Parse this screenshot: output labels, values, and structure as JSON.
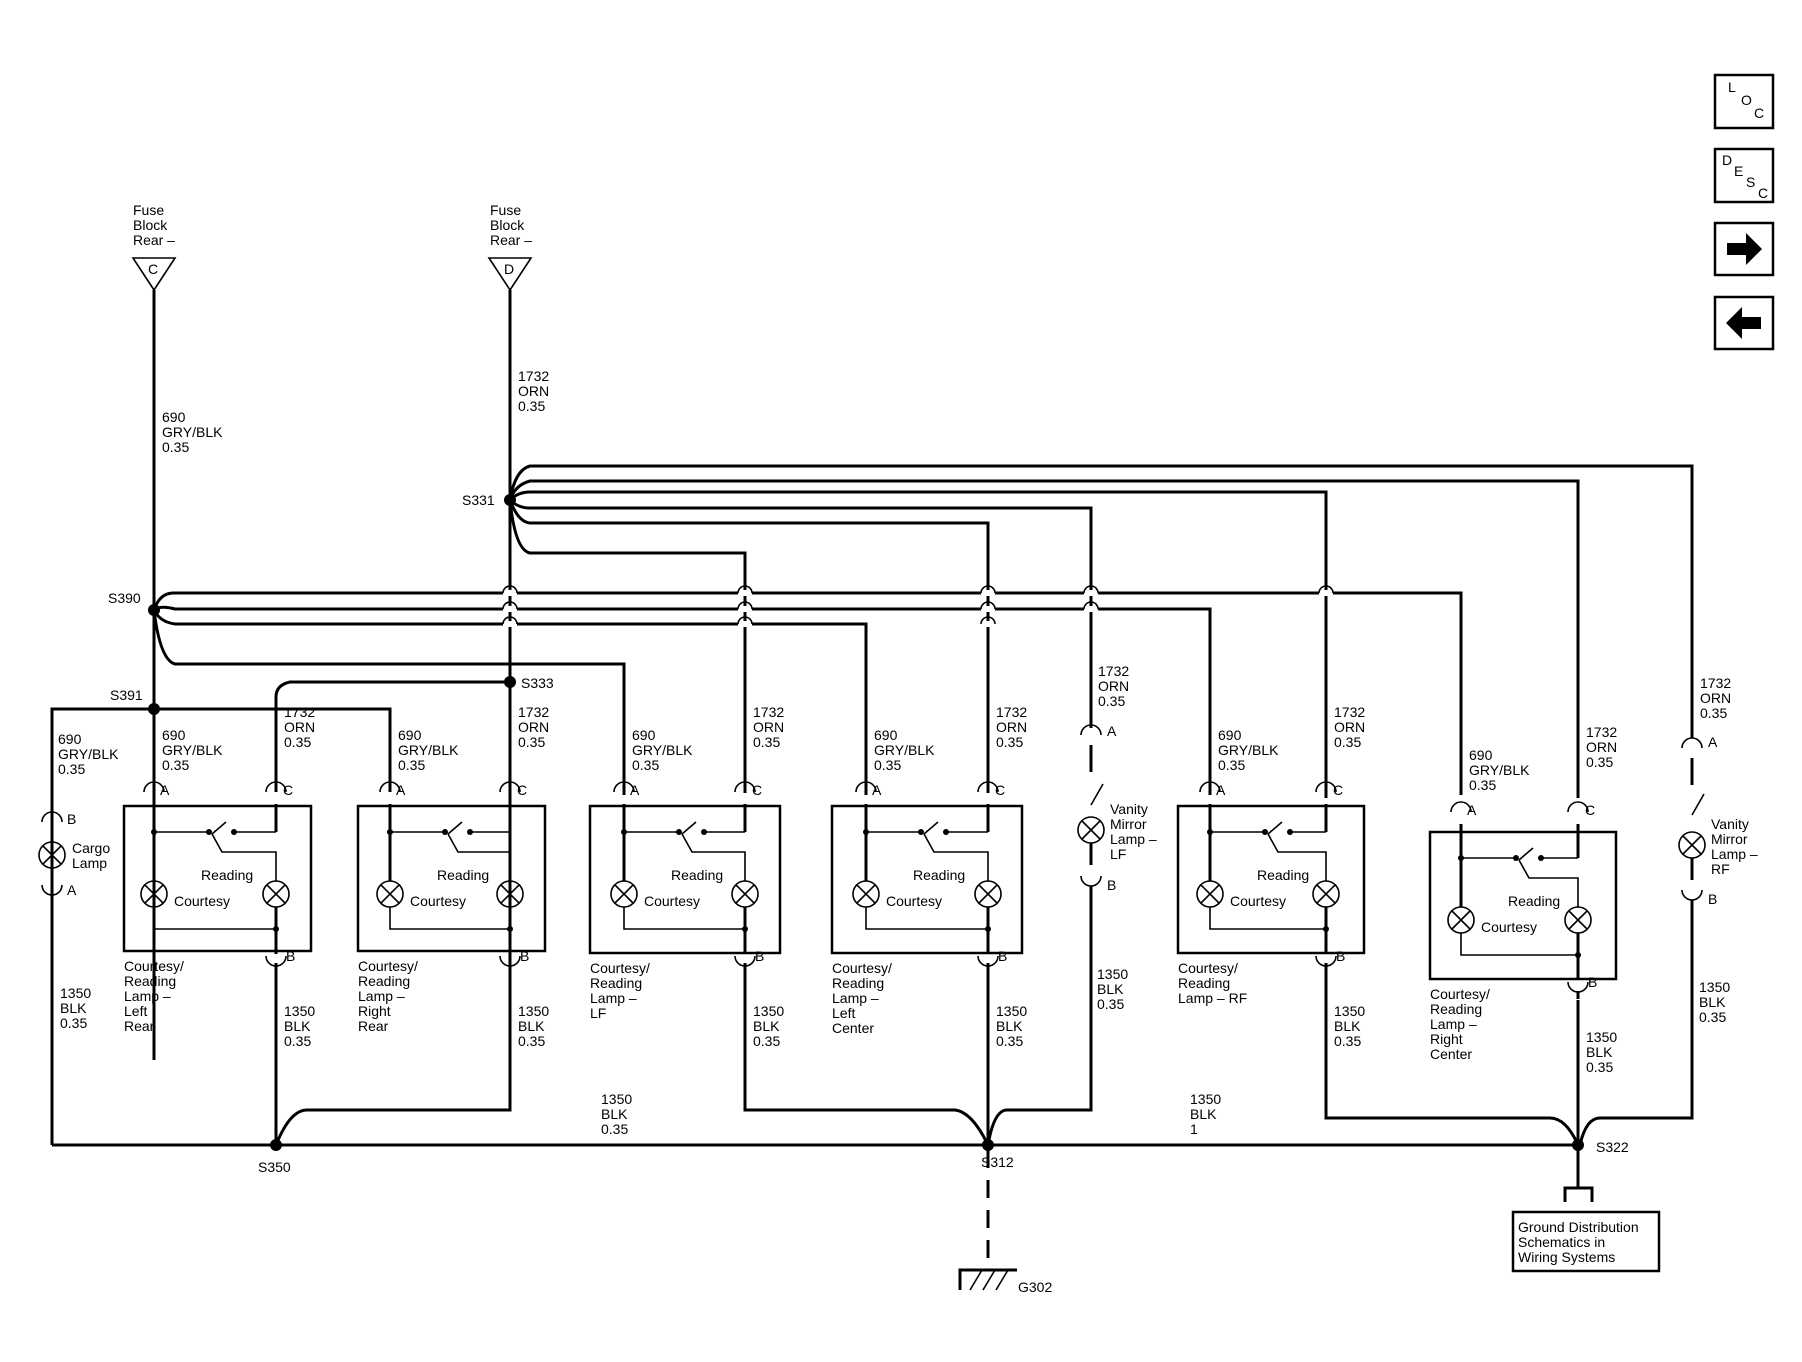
{
  "nav": {
    "loc": [
      "L",
      "O",
      "C"
    ],
    "desc": [
      "D",
      "E",
      "S",
      "C"
    ],
    "forward_icon": "arrow-right-icon",
    "back_icon": "arrow-left-icon"
  },
  "fuse_c": {
    "lines": [
      "Fuse",
      "Block",
      "Rear –"
    ],
    "terminal": "C"
  },
  "fuse_d": {
    "lines": [
      "Fuse",
      "Block",
      "Rear –"
    ],
    "terminal": "D"
  },
  "splices": {
    "s331": "S331",
    "s390": "S390",
    "s391": "S391",
    "s333": "S333",
    "s350": "S350",
    "s312": "S312",
    "s322": "S322"
  },
  "wires": {
    "main_c": [
      "690",
      "GRY/BLK",
      "0.35"
    ],
    "main_d": [
      "1732",
      "ORN",
      "0.35"
    ],
    "cargo_feed": [
      "690",
      "GRY/BLK",
      "0.35"
    ],
    "lr_a": [
      "690",
      "GRY/BLK",
      "0.35"
    ],
    "lr_c": [
      "1732",
      "ORN",
      "0.35"
    ],
    "lr_b": [
      "1350",
      "BLK",
      "0.35"
    ],
    "rr_a": [
      "690",
      "GRY/BLK",
      "0.35"
    ],
    "rr_c": [
      "1732",
      "ORN",
      "0.35"
    ],
    "rr_b": [
      "1350",
      "BLK",
      "0.35"
    ],
    "lf_a": [
      "690",
      "GRY/BLK",
      "0.35"
    ],
    "lf_c": [
      "1732",
      "ORN",
      "0.35"
    ],
    "lf_b": [
      "1350",
      "BLK",
      "0.35"
    ],
    "lc_a": [
      "690",
      "GRY/BLK",
      "0.35"
    ],
    "lc_c": [
      "1732",
      "ORN",
      "0.35"
    ],
    "lc_b": [
      "1350",
      "BLK",
      "0.35"
    ],
    "vlf_a": [
      "1732",
      "ORN",
      "0.35"
    ],
    "vlf_b": [
      "1350",
      "BLK",
      "0.35"
    ],
    "rf_a": [
      "690",
      "GRY/BLK",
      "0.35"
    ],
    "rf_c": [
      "1732",
      "ORN",
      "0.35"
    ],
    "rf_b": [
      "1350",
      "BLK",
      "0.35"
    ],
    "rc_a": [
      "690",
      "GRY/BLK",
      "0.35"
    ],
    "rc_c": [
      "1732",
      "ORN",
      "0.35"
    ],
    "rc_b": [
      "1350",
      "BLK",
      "0.35"
    ],
    "vrf_a": [
      "1732",
      "ORN",
      "0.35"
    ],
    "vrf_b": [
      "1350",
      "BLK",
      "0.35"
    ],
    "cargo_b": [
      "1350",
      "BLK",
      "0.35"
    ],
    "gnd_mid": [
      "1350",
      "BLK",
      "0.35"
    ],
    "gnd_right": [
      "1350",
      "BLK",
      "1"
    ]
  },
  "pins": {
    "a": "A",
    "b": "B",
    "c": "C"
  },
  "lamp_text": {
    "reading": "Reading",
    "courtesy": "Courtesy"
  },
  "cargo": [
    "Cargo",
    "Lamp"
  ],
  "vanity_lf": [
    "Vanity",
    "Mirror",
    "Lamp –",
    "LF"
  ],
  "vanity_rf": [
    "Vanity",
    "Mirror",
    "Lamp –",
    "RF"
  ],
  "labels": {
    "lr": [
      "Courtesy/",
      "Reading",
      "Lamp –",
      "Left",
      "Rear"
    ],
    "rr": [
      "Courtesy/",
      "Reading",
      "Lamp –",
      "Right",
      "Rear"
    ],
    "lf": [
      "Courtesy/",
      "Reading",
      "Lamp –",
      "LF"
    ],
    "lc": [
      "Courtesy/",
      "Reading",
      "Lamp –",
      "Left",
      "Center"
    ],
    "rf": [
      "Courtesy/",
      "Reading",
      "Lamp – RF"
    ],
    "rc": [
      "Courtesy/",
      "Reading",
      "Lamp –",
      "Right",
      "Center"
    ]
  },
  "ground": {
    "g302": "G302",
    "ref": [
      "Ground Distribution",
      "Schematics in",
      "Wiring Systems"
    ]
  }
}
